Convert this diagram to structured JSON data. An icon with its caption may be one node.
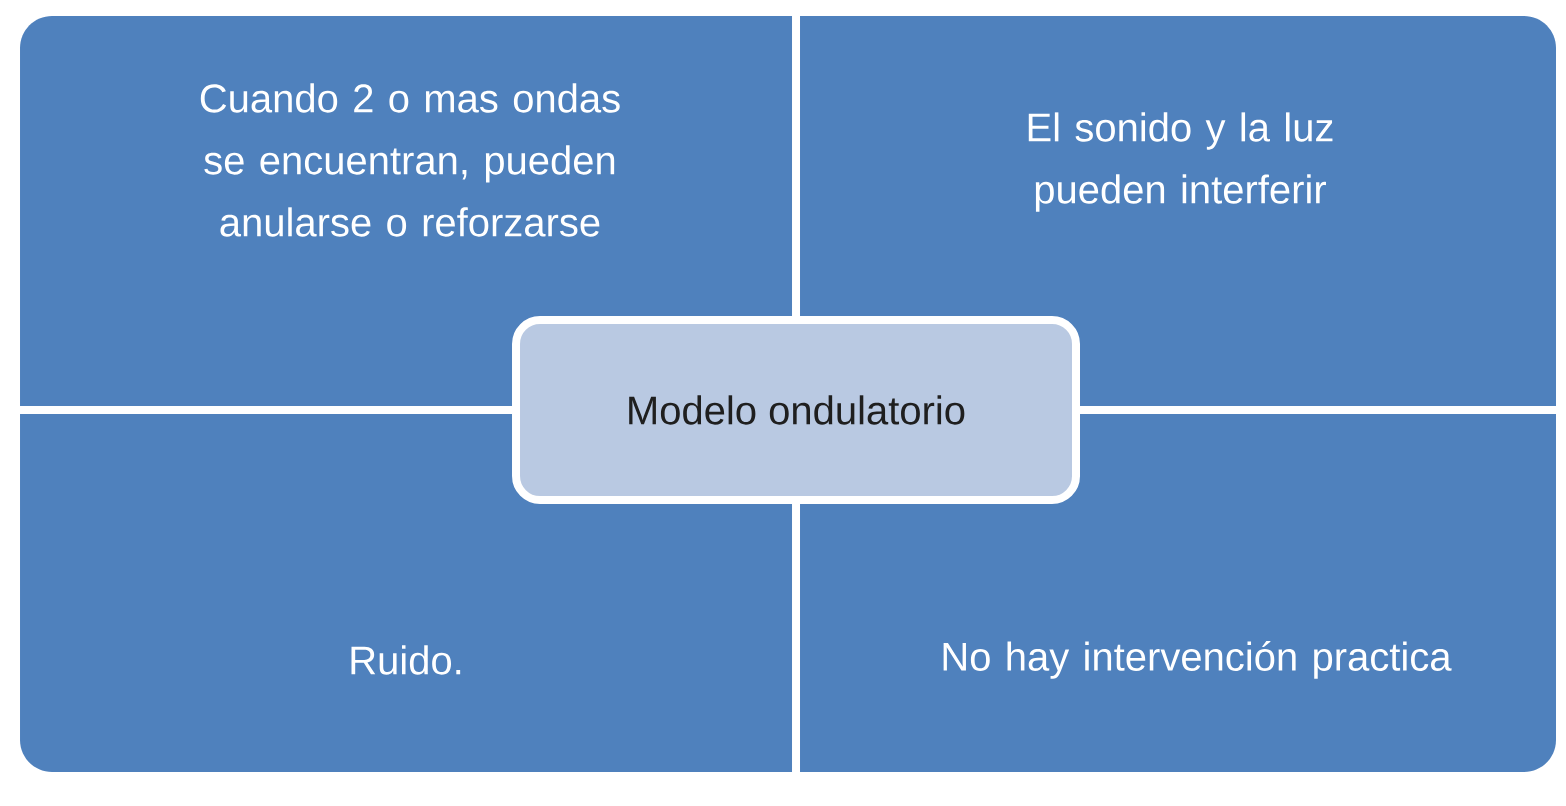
{
  "diagram": {
    "nodes": [
      {
        "text": [
          "Cuando 2 o mas ondas se encuentran, pueden anularse o reforzarse"
        ]
      },
      {
        "text": [
          "El sonido y la luz pueden interferir"
        ]
      },
      {
        "text": [
          "Ruido."
        ]
      },
      {
        "text": [
          "No hay intervención practica"
        ]
      },
      {
        "text": [
          "Modelo ondulatorio"
        ]
      }
    ]
  }
}
